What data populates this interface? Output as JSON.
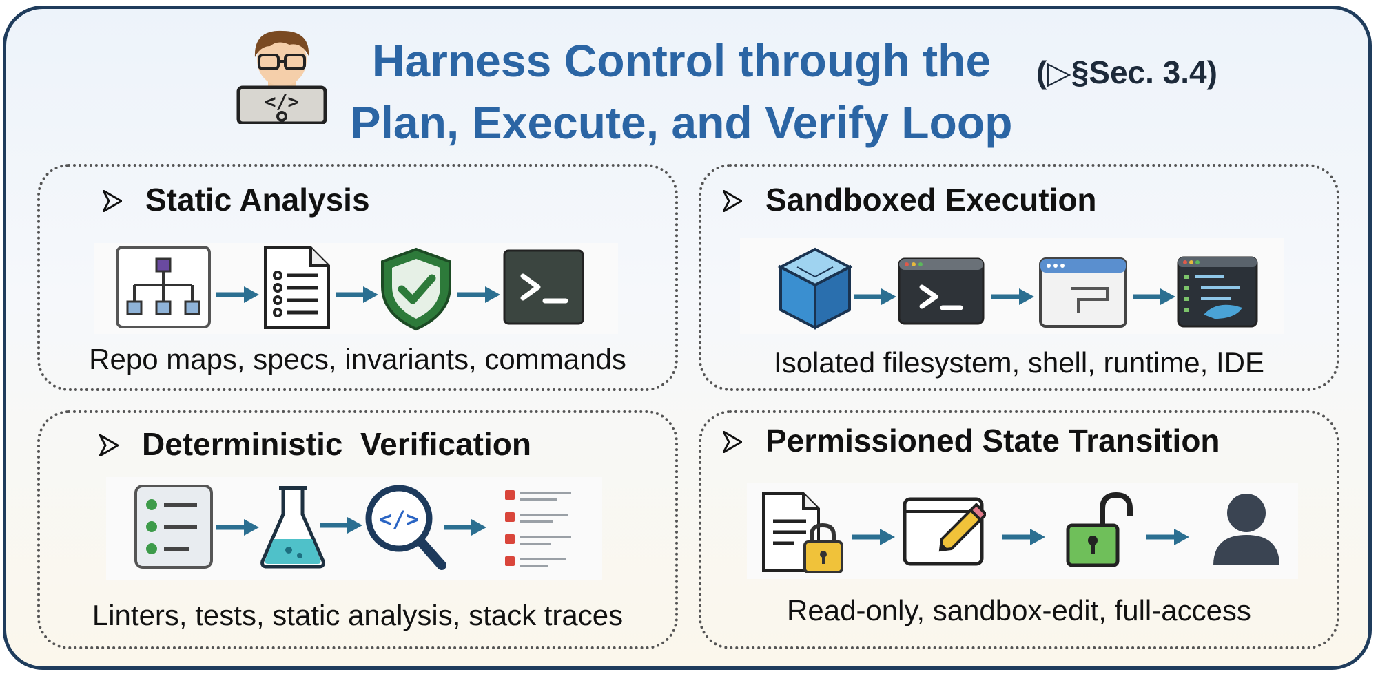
{
  "header": {
    "title_line1": "Harness Control through the",
    "title_line2": "Plan, Execute, and Verify Loop",
    "section_ref": "(▷§Sec. 3.4)"
  },
  "panels": [
    {
      "heading": "Static Analysis",
      "icons": [
        "hierarchy-icon",
        "checklist-document-icon",
        "shield-check-icon",
        "terminal-icon"
      ],
      "caption": "Repo maps, specs, invariants, commands"
    },
    {
      "heading": "Sandboxed Execution",
      "icons": [
        "sandbox-cube-icon",
        "terminal-window-icon",
        "app-window-icon",
        "ide-window-icon"
      ],
      "caption": "Isolated filesystem, shell, runtime, IDE"
    },
    {
      "heading": "Deterministic  Verification",
      "icons": [
        "lint-checklist-icon",
        "test-flask-icon",
        "code-search-icon",
        "stack-trace-icon"
      ],
      "caption": "Linters, tests, static analysis, stack traces"
    },
    {
      "heading": "Permissioned State Transition",
      "icons": [
        "read-only-lock-icon",
        "edit-pencil-icon",
        "unlocked-padlock-icon",
        "user-icon"
      ],
      "caption": "Read-only, sandbox-edit, full-access"
    }
  ],
  "colors": {
    "title": "#2b65a4",
    "frame_border": "#1f3c5c",
    "arrow": "#2b6f91"
  }
}
